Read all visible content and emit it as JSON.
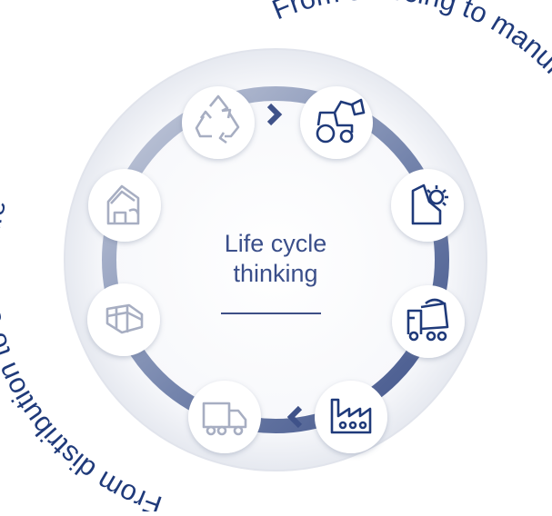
{
  "center": {
    "title_line1": "Life cycle",
    "title_line2": "thinking"
  },
  "arc_labels": {
    "right": "From sourcing to manufacturing",
    "left": "From distribution to end of life"
  },
  "stages": [
    {
      "icon": "recycle-icon",
      "phase": "end-of-life"
    },
    {
      "icon": "tractor-icon",
      "phase": "sourcing"
    },
    {
      "icon": "mining-icon",
      "phase": "sourcing"
    },
    {
      "icon": "dump-truck-icon",
      "phase": "sourcing"
    },
    {
      "icon": "factory-icon",
      "phase": "manufacturing"
    },
    {
      "icon": "delivery-truck-icon",
      "phase": "distribution"
    },
    {
      "icon": "building-materials-icon",
      "phase": "use"
    },
    {
      "icon": "house-icon",
      "phase": "use"
    }
  ],
  "colors": {
    "dark_blue": "#1f3a7a",
    "light_gray_icon": "#a7aec2",
    "ring_light": "#e9ebf1",
    "ring_dark": "#5a6b99"
  }
}
